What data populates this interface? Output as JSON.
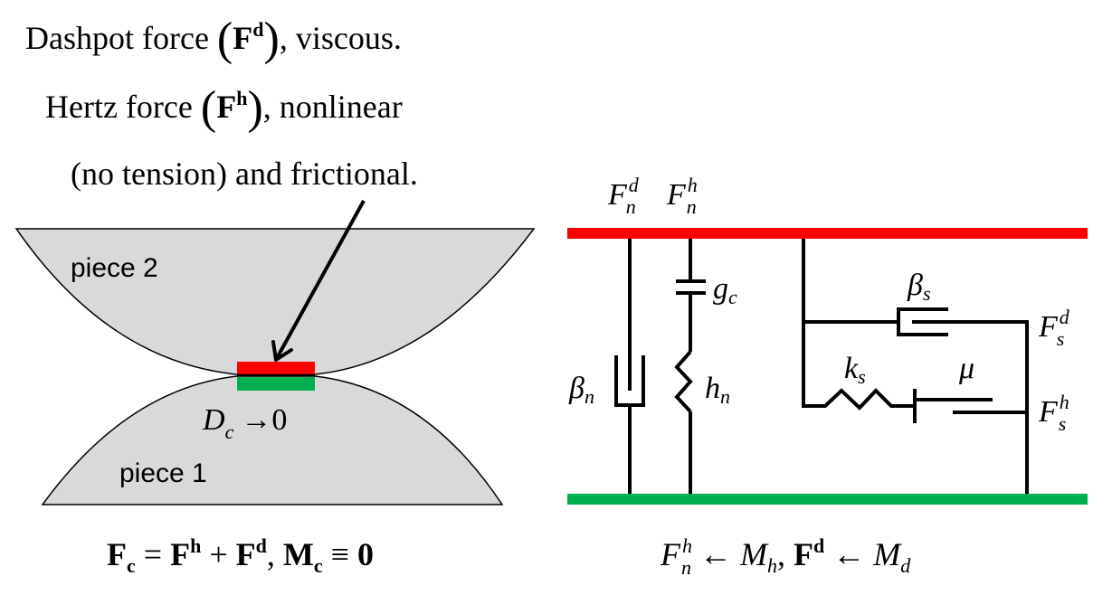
{
  "caption": {
    "line1": {
      "pre": "Dashpot force ",
      "sym": "F",
      "sup": "d",
      "post": ", viscous."
    },
    "line2": {
      "pre": "Hertz force ",
      "sym": "F",
      "sup": "h",
      "post": ", nonlinear"
    },
    "line3": "(no tension) and frictional."
  },
  "left_diagram": {
    "piece_top_label": "piece 2",
    "piece_bottom_label": "piece 1",
    "gap": {
      "sym": "D",
      "sub": "c",
      "arrow": "→",
      "value": "0"
    },
    "colors": {
      "piece_fill": "#d9d9d9",
      "top_patch": "#ff0000",
      "bottom_patch": "#00b050",
      "outline": "#000000"
    }
  },
  "right_diagram": {
    "top_labels": [
      {
        "sym": "F",
        "sub": "n",
        "sup": "d"
      },
      {
        "sym": "F",
        "sub": "n",
        "sup": "h"
      }
    ],
    "gap_element": {
      "sym": "g",
      "sub": "c"
    },
    "normal_dashpot": {
      "sym": "β",
      "sub": "n"
    },
    "normal_spring": {
      "sym": "h",
      "sub": "n"
    },
    "shear_dashpot": {
      "sym": "β",
      "sub": "s"
    },
    "shear_spring": {
      "sym": "k",
      "sub": "s"
    },
    "friction": {
      "sym": "μ"
    },
    "shear_dashpot_force": {
      "sym": "F",
      "sub": "s",
      "sup": "d"
    },
    "shear_hertz_force": {
      "sym": "F",
      "sub": "s",
      "sup": "h"
    },
    "colors": {
      "top_bar": "#ff0000",
      "bottom_bar": "#00b050",
      "wire": "#000000"
    }
  },
  "equations": {
    "left": {
      "lhs": "F",
      "lhs_sub": "c",
      "eq": " = ",
      "t1": "F",
      "t1_sup": "h",
      "plus": " + ",
      "t2": "F",
      "t2_sup": "d",
      "sep": ",  ",
      "m": "M",
      "m_sub": "c",
      "equiv": " ≡ ",
      "zero": "0"
    },
    "right": {
      "a": "F",
      "a_sub": "n",
      "a_sup": "h",
      "arrow1": " ← ",
      "b": "M",
      "b_sub": "h",
      "sep": ",  ",
      "c": "F",
      "c_sup": "d",
      "arrow2": " ← ",
      "d": "M",
      "d_sub": "d"
    }
  }
}
